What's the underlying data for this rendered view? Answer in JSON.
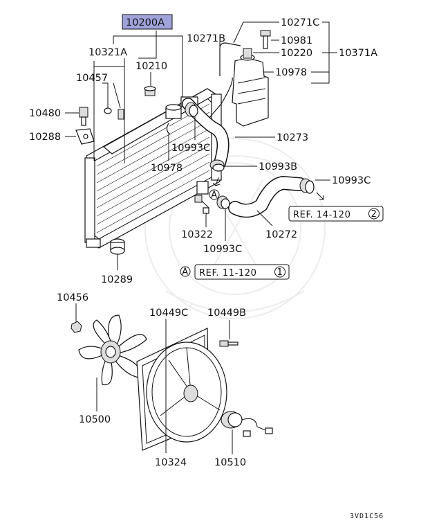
{
  "diagram": {
    "highlight_color": "#9fa3d9",
    "labels": {
      "p10200A": "10200A",
      "p10321A": "10321A",
      "p10210": "10210",
      "p10457": "10457",
      "p10480": "10480",
      "p10288": "10288",
      "p10271C": "10271C",
      "p10271B": "10271B",
      "p10981": "10981",
      "p10220": "10220",
      "p10371A": "10371A",
      "p10978_top": "10978",
      "p10993C_a": "10993C",
      "p10273": "10273",
      "p10978_mid": "10978",
      "p10993B": "10993B",
      "p10993C_b": "10993C",
      "p10322": "10322",
      "p10993C_c": "10993C",
      "p10272": "10272",
      "p10289": "10289",
      "p10456": "10456",
      "p10449C": "10449C",
      "p10449B": "10449B",
      "p10500": "10500",
      "p10324": "10324",
      "p10510": "10510"
    },
    "refs": {
      "ref14_text": "REF. 14-120",
      "ref14_num": "2",
      "ref11_text": "REF. 11-120",
      "ref11_num": "1",
      "markA_1": "A",
      "markA_2": "A"
    },
    "drawing_code": "3VD1C56"
  }
}
